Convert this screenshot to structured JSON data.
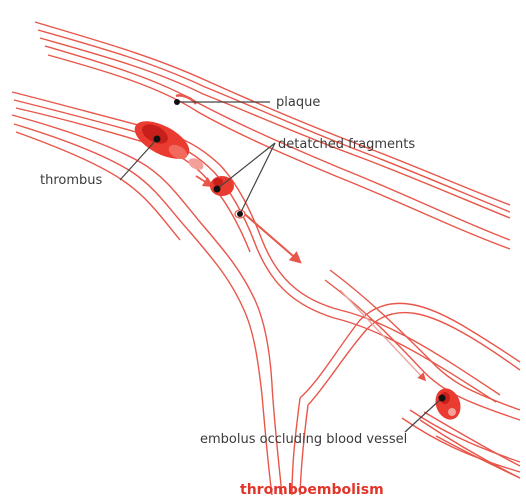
{
  "labels": {
    "plaque": "plaque",
    "detached_fragments": "detatched fragments",
    "thrombus": "thrombus",
    "embolus": "embolus occluding blood vessel"
  },
  "title": "thromboembolism",
  "colors": {
    "vessel_line": "#e8564a",
    "clot_fill": "#ea3b30",
    "clot_dark": "#c81f1a",
    "dot": "#111111",
    "leader": "#444444",
    "title": "#e2352a"
  }
}
